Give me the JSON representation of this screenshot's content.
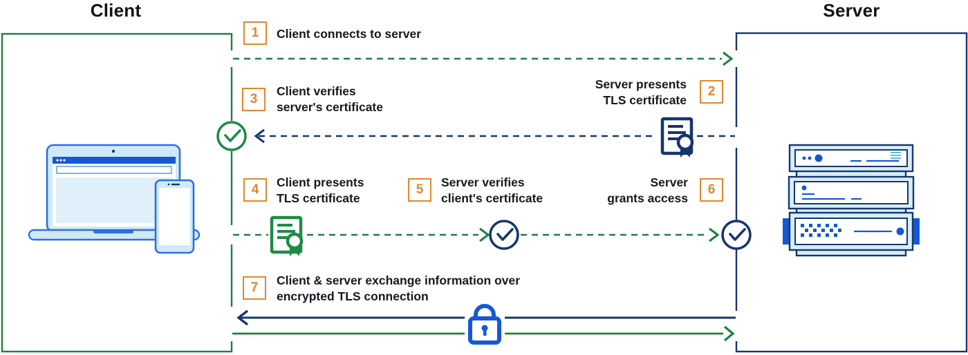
{
  "titles": {
    "client": "Client",
    "server": "Server"
  },
  "steps": [
    {
      "num": "1",
      "label": "Client connects to server"
    },
    {
      "num": "2",
      "label": "Server presents\nTLS certificate"
    },
    {
      "num": "3",
      "label": "Client verifies\nserver's certificate"
    },
    {
      "num": "4",
      "label": "Client presents\nTLS certificate"
    },
    {
      "num": "5",
      "label": "Server verifies\nclient's certificate"
    },
    {
      "num": "6",
      "label": "Server\ngrants access"
    },
    {
      "num": "7",
      "label": "Client & server exchange information over\nencrypted TLS connection"
    }
  ],
  "icons": {
    "checkmark_circle_green": "client verified server's certificate",
    "checkmark_circle_navy": "server verified client's certificate / granted access",
    "certificate_navy": "server TLS certificate",
    "certificate_green": "client TLS certificate",
    "padlock": "encrypted TLS connection",
    "laptop_phone": "client devices",
    "server_rack": "server stack"
  },
  "colors": {
    "green": "#1b8040",
    "navy": "#16356e",
    "orange": "#e0862c",
    "bright_blue": "#1558d6",
    "light_blue": "#cfe9f8",
    "text": "#15181f"
  }
}
